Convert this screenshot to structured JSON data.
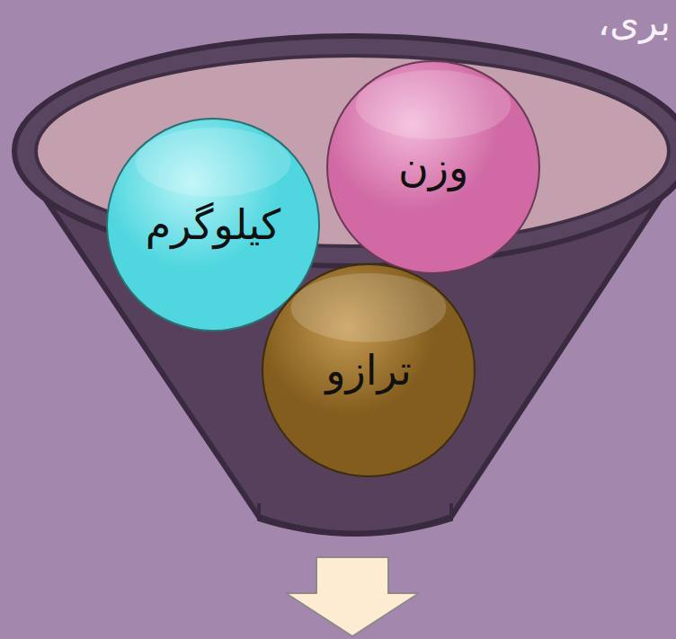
{
  "diagram": {
    "nodes": [
      {
        "text": [
          "وزن"
        ]
      },
      {
        "text": [
          "کیلوگرم"
        ]
      },
      {
        "text": [
          "ترازو"
        ]
      }
    ],
    "labels": [
      "بری،"
    ]
  }
}
